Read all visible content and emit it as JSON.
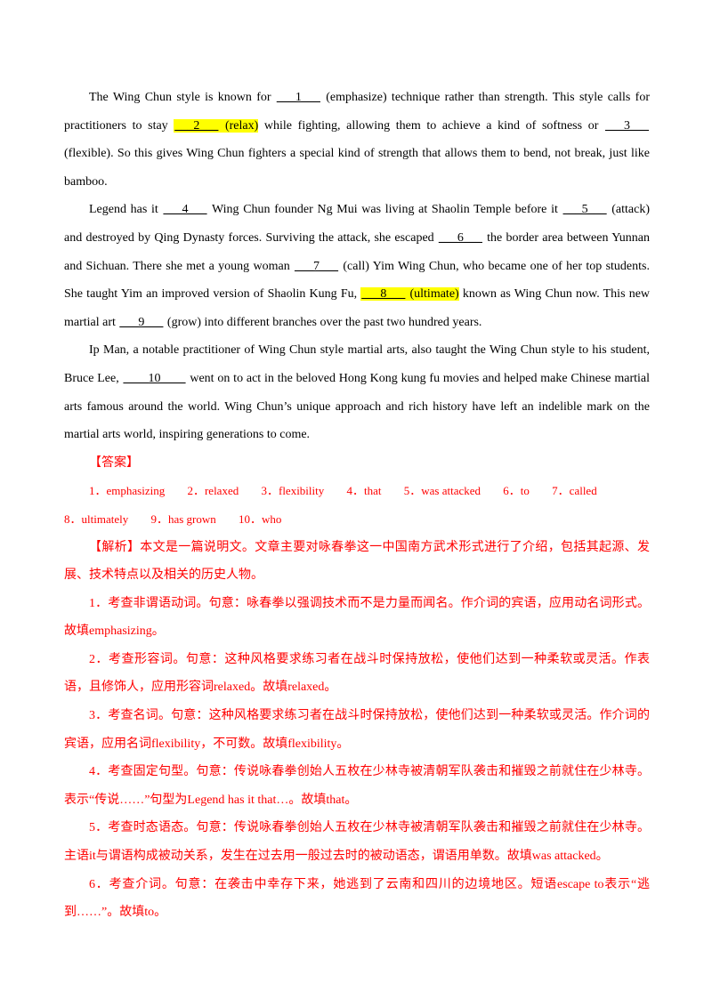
{
  "passage": {
    "p1": {
      "t1": "The Wing Chun style is known for ",
      "b1": "___1___",
      "t2": " (emphasize) technique rather than strength. This style calls for practitioners to stay ",
      "b2": "___2___",
      "h2": " (relax)",
      "t3": " while fighting, allowing them to achieve a kind of softness or ",
      "b3": "___3___",
      "t4": " (flexible). So this gives Wing Chun fighters a special kind of strength that allows them to bend, not break, just like bamboo."
    },
    "p2": {
      "t1": "Legend has it ",
      "b4": "___4___",
      "t2": " Wing Chun founder Ng Mui was living at Shaolin Temple before it ",
      "b5": "___5___",
      "t3": " (attack) and destroyed by Qing Dynasty forces. Surviving the attack, she escaped ",
      "b6": "___6___",
      "t4": " the border area between Yunnan and Sichuan. There she met a young woman ",
      "b7": "___7___",
      "t5": " (call) Yim Wing Chun, who became one of her top students. She taught Yim an improved version of Shaolin Kung Fu, ",
      "b8": "___8___",
      "h8": " (ultimate)",
      "t6": " known as Wing Chun now. This new martial art ",
      "b9": "___9___",
      "t7": " (grow) into different branches over the past two hundred years."
    },
    "p3": {
      "t1": "Ip Man, a notable practitioner of Wing Chun style martial arts, also taught the Wing Chun style to his student, Bruce Lee, ",
      "b10": "____10____",
      "t2": " went on to act in the beloved Hong Kong kung fu movies and helped make Chinese martial arts famous around the world. Wing Chun’s unique approach and rich history have left an indelible mark on the martial arts world, inspiring generations to come."
    }
  },
  "answer_title": "【答案】",
  "answers": [
    "1．emphasizing",
    "2．relaxed",
    "3．flexibility",
    "4．that",
    "5．was attacked",
    "6．to",
    "7．called",
    "8．ultimately",
    "9．has grown",
    "10．who"
  ],
  "analysis": [
    "【解析】本文是一篇说明文。文章主要对咏春拳这一中国南方武术形式进行了介绍，包括其起源、发展、技术特点以及相关的历史人物。",
    "1．考查非谓语动词。句意：咏春拳以强调技术而不是力量而闻名。作介词的宾语，应用动名词形式。故填emphasizing。",
    "2．考查形容词。句意：这种风格要求练习者在战斗时保持放松，使他们达到一种柔软或灵活。作表语，且修饰人，应用形容词relaxed。故填relaxed。",
    "3．考查名词。句意：这种风格要求练习者在战斗时保持放松，使他们达到一种柔软或灵活。作介词的宾语，应用名词flexibility，不可数。故填flexibility。",
    "4．考查固定句型。句意：传说咏春拳创始人五枚在少林寺被清朝军队袭击和摧毁之前就住在少林寺。表示“传说……”句型为Legend has it that…。故填that。",
    "5．考查时态语态。句意：传说咏春拳创始人五枚在少林寺被清朝军队袭击和摧毁之前就住在少林寺。主语it与谓语构成被动关系，发生在过去用一般过去时的被动语态，谓语用单数。故填was attacked。",
    "6．考查介词。句意：在袭击中幸存下来，她逃到了云南和四川的边境地区。短语escape to表示“逃到……”。故填to。"
  ],
  "colors": {
    "highlight": "#ffff00",
    "answer_red": "#ff0000",
    "text": "#000000"
  }
}
